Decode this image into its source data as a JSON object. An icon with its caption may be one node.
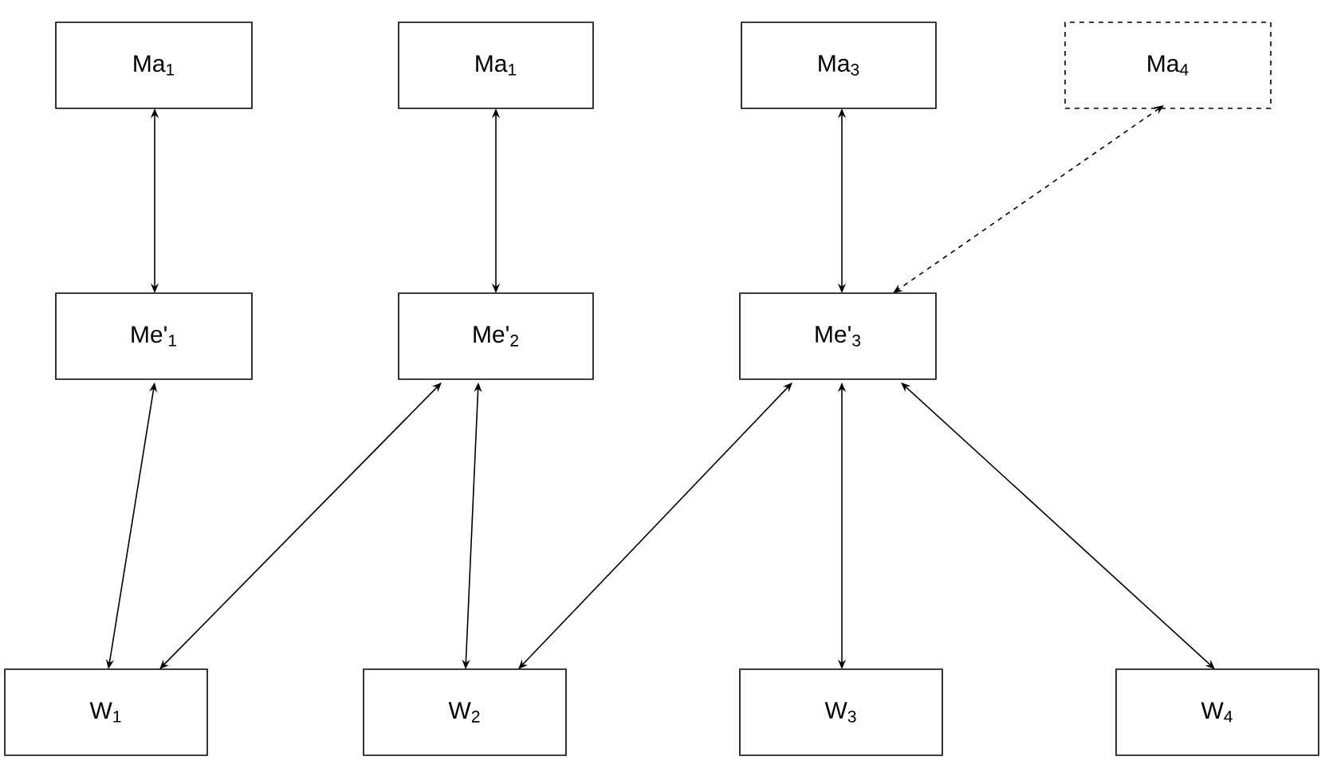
{
  "diagram": {
    "nodes": [
      {
        "text": [
          "Ma$_{1}$"
        ]
      },
      {
        "text": [
          "Ma$_{1}$"
        ]
      },
      {
        "text": [
          "Ma$_{3}$"
        ]
      },
      {
        "text": [
          "Ma$_{4}$"
        ]
      },
      {
        "text": [
          "Me'$_{1}$"
        ]
      },
      {
        "text": [
          "Me'$_{2}$"
        ]
      },
      {
        "text": [
          "Me'$_{3}$"
        ]
      },
      {
        "text": [
          "W$_{1}$"
        ]
      },
      {
        "text": [
          "W$_{2}$"
        ]
      },
      {
        "text": [
          "W$_{3}$"
        ]
      },
      {
        "text": [
          "W$_{4}$"
        ]
      }
    ],
    "edges": [
      {
        "from": 0,
        "to": 4,
        "arrow": "both"
      },
      {
        "from": 1,
        "to": 5,
        "arrow": "both"
      },
      {
        "from": 2,
        "to": 6,
        "arrow": "both"
      },
      {
        "from": 3,
        "to": 6,
        "arrow": "both",
        "style": "dashed"
      },
      {
        "from": 4,
        "to": 7,
        "arrow": "both"
      },
      {
        "from": 5,
        "to": 7,
        "arrow": "both"
      },
      {
        "from": 5,
        "to": 8,
        "arrow": "both"
      },
      {
        "from": 6,
        "to": 8,
        "arrow": "both"
      },
      {
        "from": 6,
        "to": 9,
        "arrow": "both"
      },
      {
        "from": 6,
        "to": 10,
        "arrow": "both"
      }
    ]
  }
}
